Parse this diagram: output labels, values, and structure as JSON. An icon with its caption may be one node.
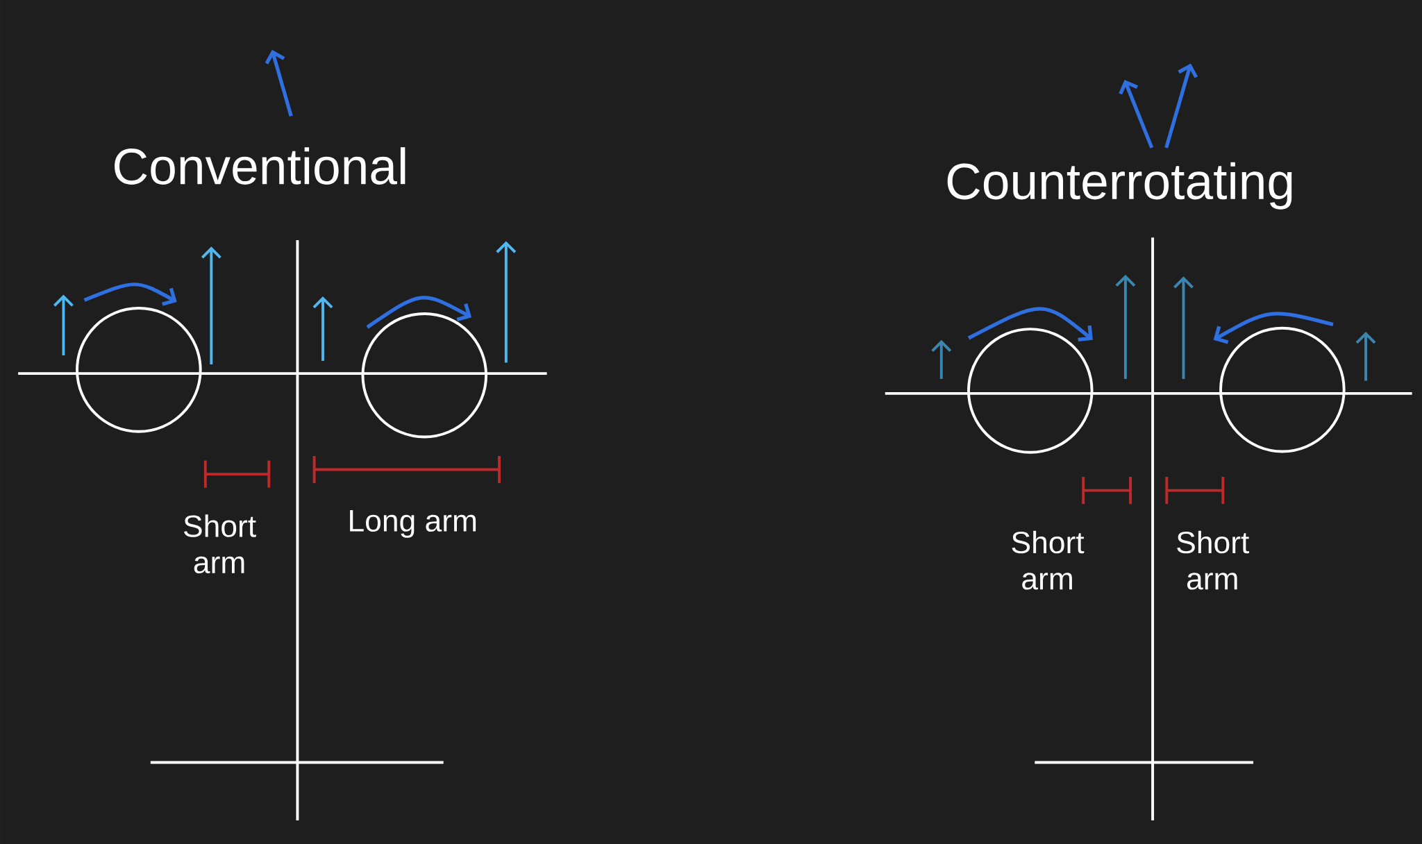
{
  "diagram": {
    "nodes": [
      {
        "text": [],
        "shape": "circle"
      },
      {
        "text": [],
        "shape": "circle"
      },
      {
        "text": [],
        "shape": "circle"
      },
      {
        "text": [],
        "shape": "circle"
      }
    ],
    "labels": [
      "Conventional",
      "Short arm",
      "Long arm",
      "Counterrotating",
      "Short arm",
      "Short arm"
    ]
  }
}
